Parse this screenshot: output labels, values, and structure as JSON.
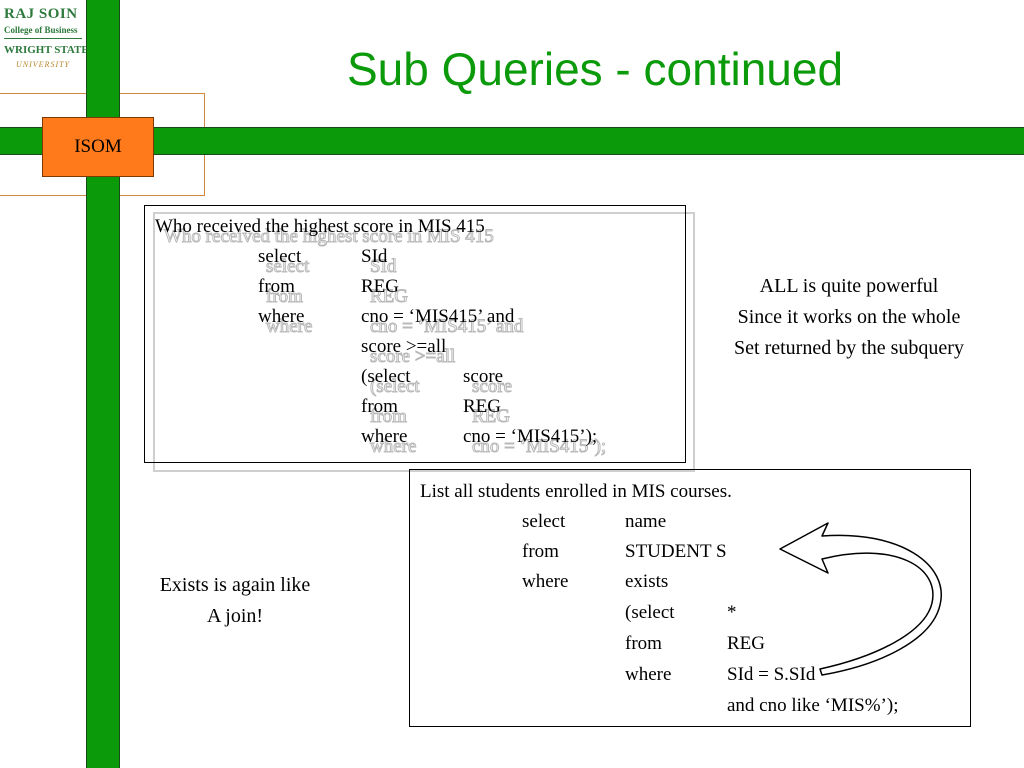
{
  "logo": {
    "line1": "RAJ SOIN",
    "line2": "College of Business",
    "line3": "WRIGHT STATE",
    "line4": "UNIVERSITY"
  },
  "badge": "ISOM",
  "title": "Sub Queries - continued",
  "query1": {
    "heading": "Who received the highest score in MIS 415",
    "rows": [
      {
        "kw": "select",
        "a": "SId",
        "b": ""
      },
      {
        "kw": "from",
        "a": "REG",
        "b": ""
      },
      {
        "kw": "where",
        "a": "cno = ‘MIS415’ and",
        "b": ""
      },
      {
        "kw": "",
        "a": "score >=all",
        "b": ""
      },
      {
        "kw": "",
        "a": "(select",
        "b": "score"
      },
      {
        "kw": "",
        "a": "from",
        "b": "REG"
      },
      {
        "kw": "",
        "a": "where",
        "b": "cno = ‘MIS415’);"
      }
    ]
  },
  "note_all": [
    "ALL is quite powerful",
    "Since it works on the whole",
    "Set returned by the subquery"
  ],
  "query2": {
    "heading": "List all students enrolled in MIS courses.",
    "rows": [
      {
        "kw": "select",
        "a": "name",
        "b": ""
      },
      {
        "kw": "from",
        "a": "STUDENT   S",
        "b": ""
      },
      {
        "kw": "where",
        "a": "exists",
        "b": ""
      },
      {
        "kw": "",
        "a": "(select",
        "b": "*"
      },
      {
        "kw": "",
        "a": "from",
        "b": "REG"
      },
      {
        "kw": "",
        "a": "where",
        "b": "SId = S.SId"
      },
      {
        "kw": "",
        "a": "",
        "b": "and cno like ‘MIS%’);"
      }
    ]
  },
  "note_exists": [
    "Exists is again like",
    "A join!"
  ],
  "colors": {
    "green": "#0a9a0a",
    "orange": "#ff7a1a"
  }
}
